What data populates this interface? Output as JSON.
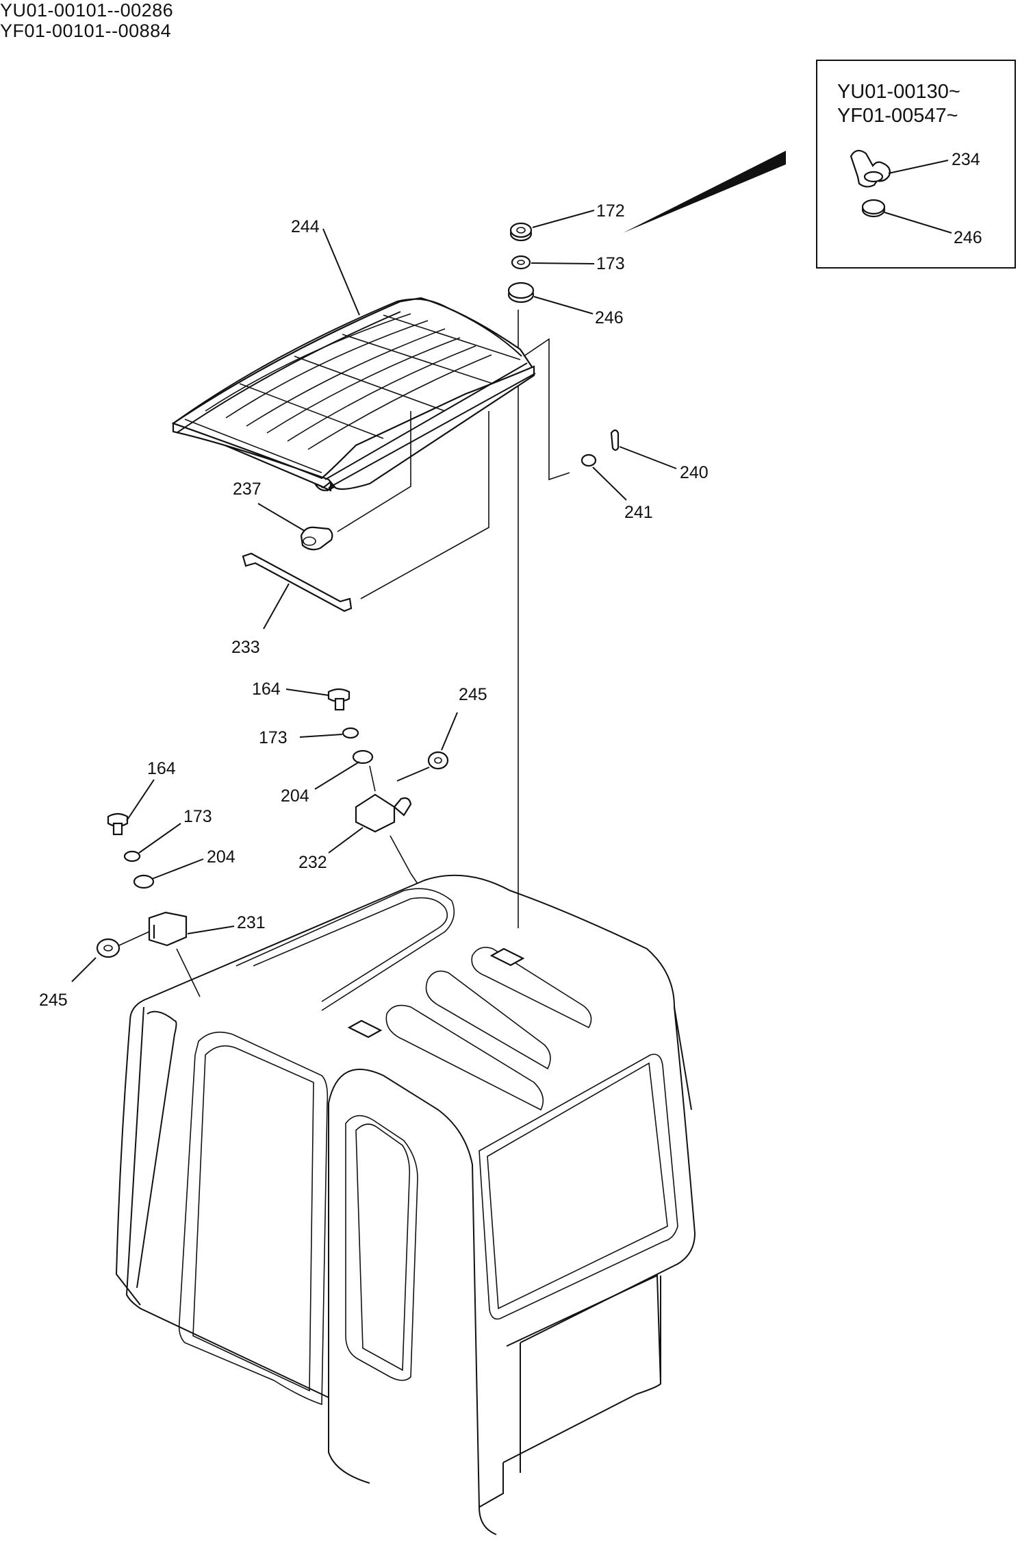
{
  "header": {
    "serial_range_1": "YU01-00101--00286",
    "serial_range_2": "YF01-00101--00884"
  },
  "inset": {
    "serial_1": "YU01-00130~",
    "serial_2": "YF01-00547~",
    "callouts": [
      "234",
      "246"
    ]
  },
  "callouts": {
    "c172": "172",
    "c173_top": "173",
    "c246_top": "246",
    "c244": "244",
    "c240": "240",
    "c241": "241",
    "c237": "237",
    "c233": "233",
    "c164_mid": "164",
    "c173_mid": "173",
    "c245_mid": "245",
    "c204_mid": "204",
    "c232": "232",
    "c164_left": "164",
    "c173_left": "173",
    "c204_left": "204",
    "c231": "231",
    "c245_left": "245"
  }
}
